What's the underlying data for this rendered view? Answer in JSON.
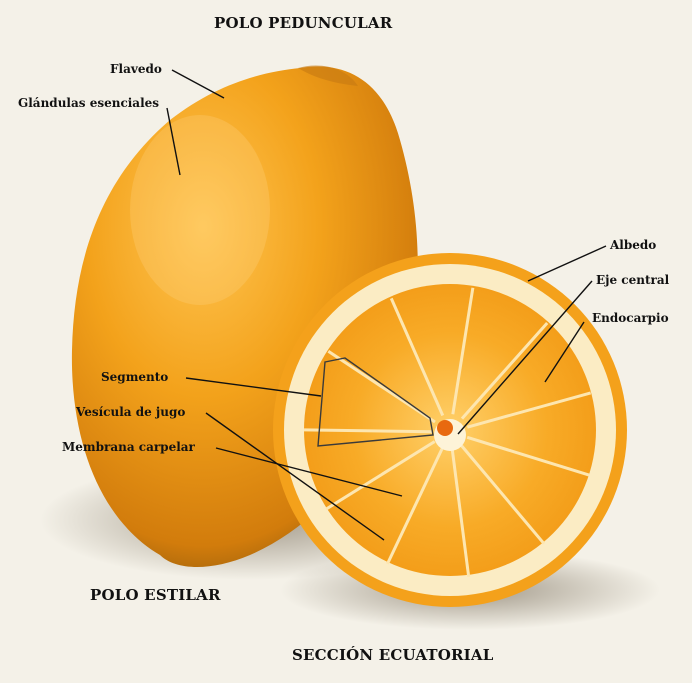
{
  "titles": {
    "top": "POLO PEDUNCULAR",
    "bottom_left": "POLO ESTILAR",
    "bottom_center": "SECCIÓN ECUATORIAL"
  },
  "labels": {
    "flavedo": "Flavedo",
    "glandulas": "Glándulas esenciales",
    "albedo": "Albedo",
    "eje_central": "Eje central",
    "endocarpio": "Endocarpio",
    "segmento": "Segmento",
    "vesicula": "Vesícula de jugo",
    "membrana": "Membrana carpelar"
  },
  "colors": {
    "background": "#f4f1e8",
    "lemon_peel": "#f1a21a",
    "albedo": "#fbecc4",
    "pulp": "#f7a824",
    "label_text": "#111111",
    "leader_line": "#111111"
  }
}
